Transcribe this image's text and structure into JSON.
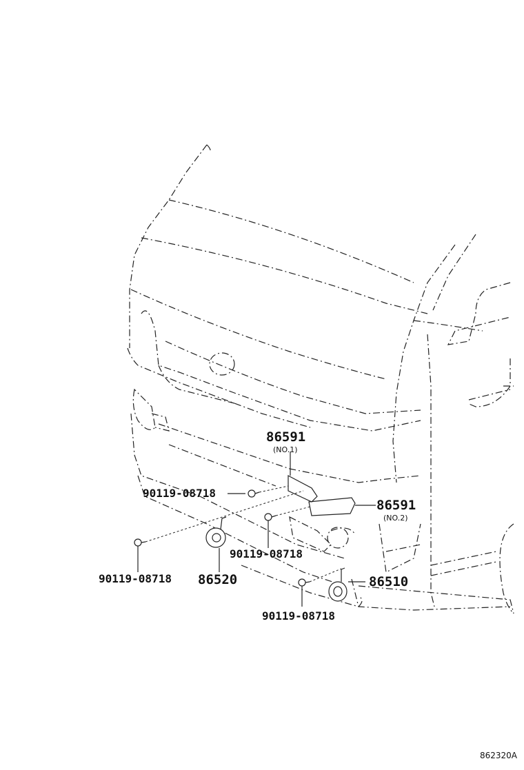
{
  "labels": {
    "bracket_no1_part": "86591",
    "bracket_no1_note": "(NO.1)",
    "bracket_no2_part": "86591",
    "bracket_no2_note": "(NO.2)",
    "bolt_upper_left": "90119-08718",
    "bolt_middle": "90119-08718",
    "bolt_lower_left": "90119-08718",
    "bolt_bottom": "90119-08718",
    "horn_low": "86520",
    "horn_high": "86510"
  },
  "diagram_code": "862320A"
}
